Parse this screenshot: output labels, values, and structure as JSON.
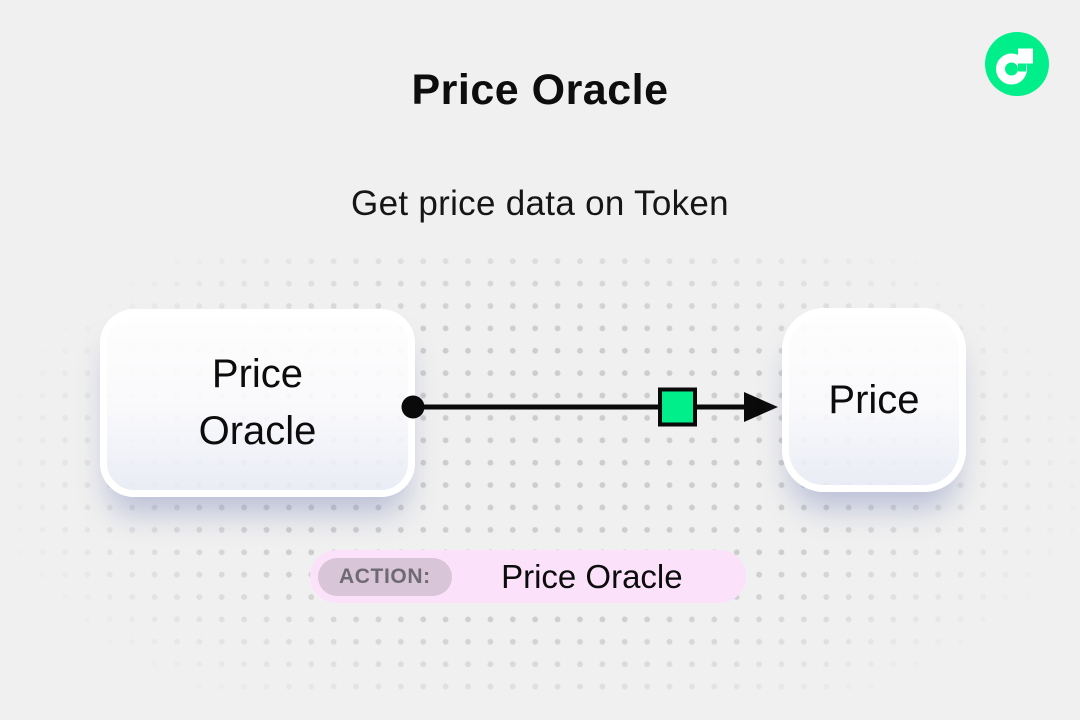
{
  "header": {
    "title": "Price Oracle",
    "subtitle": "Get price data on Token"
  },
  "logo": {
    "name": "flow-blockchain-logo"
  },
  "diagram": {
    "source_node": {
      "label": "Price Oracle"
    },
    "target_node": {
      "label": "Price"
    },
    "connector": {
      "style": "solid-arrow-left-to-right",
      "start_marker": "black-dot",
      "midpoint_marker": "green-square",
      "end_marker": "arrowhead"
    }
  },
  "action_bar": {
    "badge_label": "ACTION:",
    "value": "Price Oracle"
  },
  "colors": {
    "background": "#f0f0f0",
    "flow_green": "#00ef8b",
    "ink": "#0d0d0d",
    "dot_pattern": "#cdcdce",
    "pill_background": "#fbe1fa",
    "badge_background": "#d9c5d8",
    "badge_text": "#6e6a74",
    "node_shadow": "rgba(122,132,185,0.45)"
  }
}
